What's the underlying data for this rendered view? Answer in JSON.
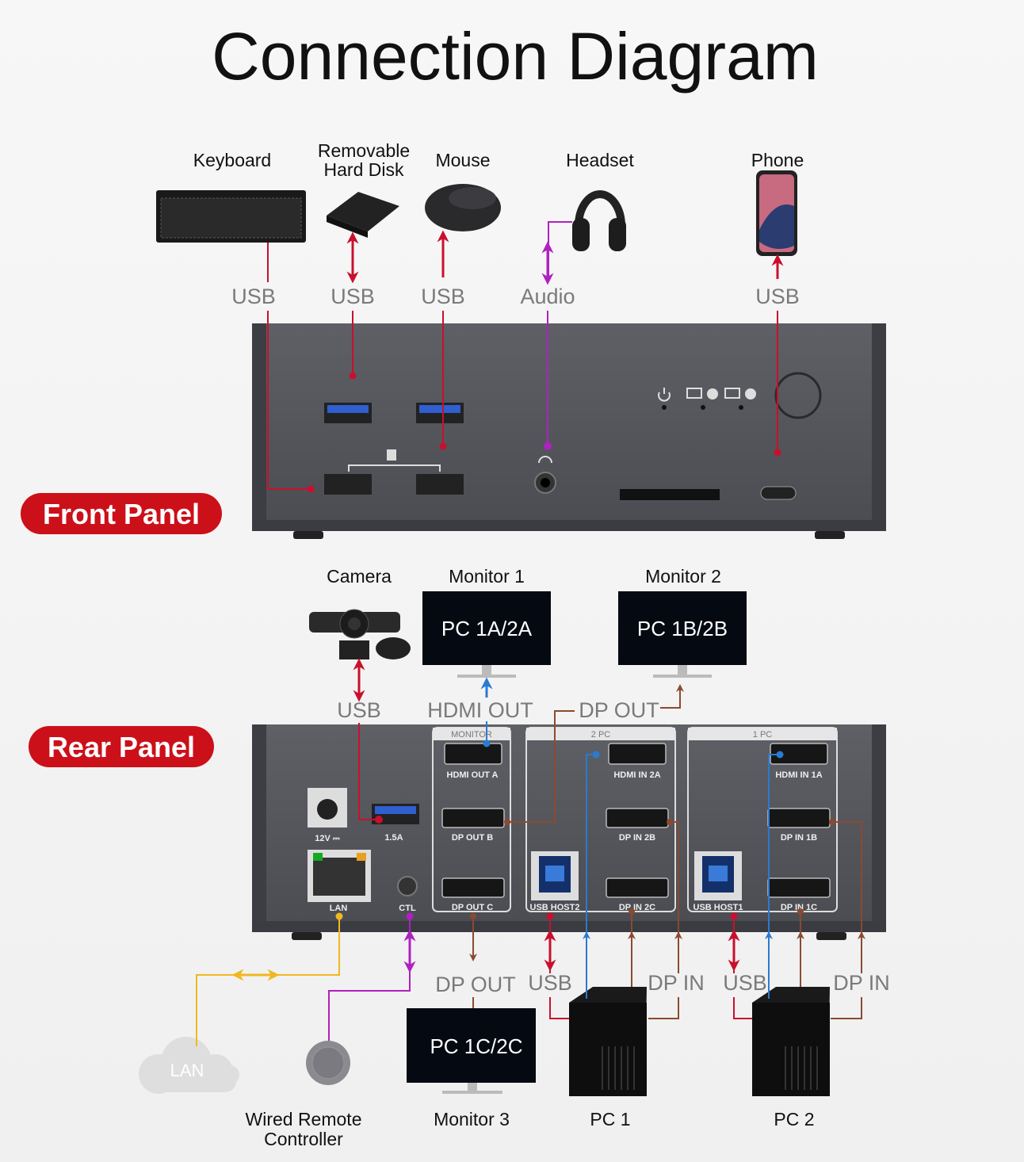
{
  "title": "Connection Diagram",
  "colors": {
    "usb": "#c8102e",
    "audio": "#b020c0",
    "hdmi": "#2a7ad0",
    "dp": "#8b4a2f",
    "lan": "#f0b820",
    "pill": "#cc1019",
    "panel": "#54565c"
  },
  "front": {
    "label": "Front Panel",
    "devices": {
      "keyboard": "Keyboard",
      "hard_disk_line1": "Removable",
      "hard_disk_line2": "Hard Disk",
      "mouse": "Mouse",
      "headset": "Headset",
      "phone": "Phone"
    },
    "connections": {
      "keyboard": "USB",
      "hard_disk": "USB",
      "mouse": "USB",
      "headset": "Audio",
      "phone": "USB"
    }
  },
  "rear": {
    "label": "Rear Panel",
    "devices": {
      "camera": "Camera",
      "monitor1": "Monitor 1",
      "monitor1_screen": "PC 1A/2A",
      "monitor2": "Monitor 2",
      "monitor2_screen": "PC 1B/2B",
      "monitor3": "Monitor 3",
      "monitor3_screen": "PC 1C/2C",
      "pc1": "PC 1",
      "pc2": "PC 2",
      "lan": "LAN",
      "remote_line1": "Wired Remote",
      "remote_line2": "Controller"
    },
    "connections": {
      "camera": "USB",
      "hdmi_out": "HDMI OUT",
      "dp_out_top": "DP OUT",
      "dp_out_bottom": "DP OUT",
      "pc1_usb": "USB",
      "pc1_dp": "DP IN",
      "pc2_usb": "USB",
      "pc2_dp": "DP IN"
    },
    "groups": {
      "monitor": "MONITOR",
      "pc2": "2 PC",
      "pc1": "1 PC"
    },
    "ports": {
      "power": "12V ⎓",
      "usb": "1.5A",
      "lan": "LAN",
      "ctl": "CTL",
      "hdmi_out_a": "HDMI OUT A",
      "dp_out_b": "DP OUT B",
      "dp_out_c": "DP OUT C",
      "usb_host2": "USB HOST2",
      "hdmi_in_2a": "HDMI IN 2A",
      "dp_in_2b": "DP IN 2B",
      "dp_in_2c": "DP IN 2C",
      "usb_host1": "USB HOST1",
      "hdmi_in_1a": "HDMI IN 1A",
      "dp_in_1b": "DP IN 1B",
      "dp_in_1c": "DP IN 1C"
    }
  }
}
